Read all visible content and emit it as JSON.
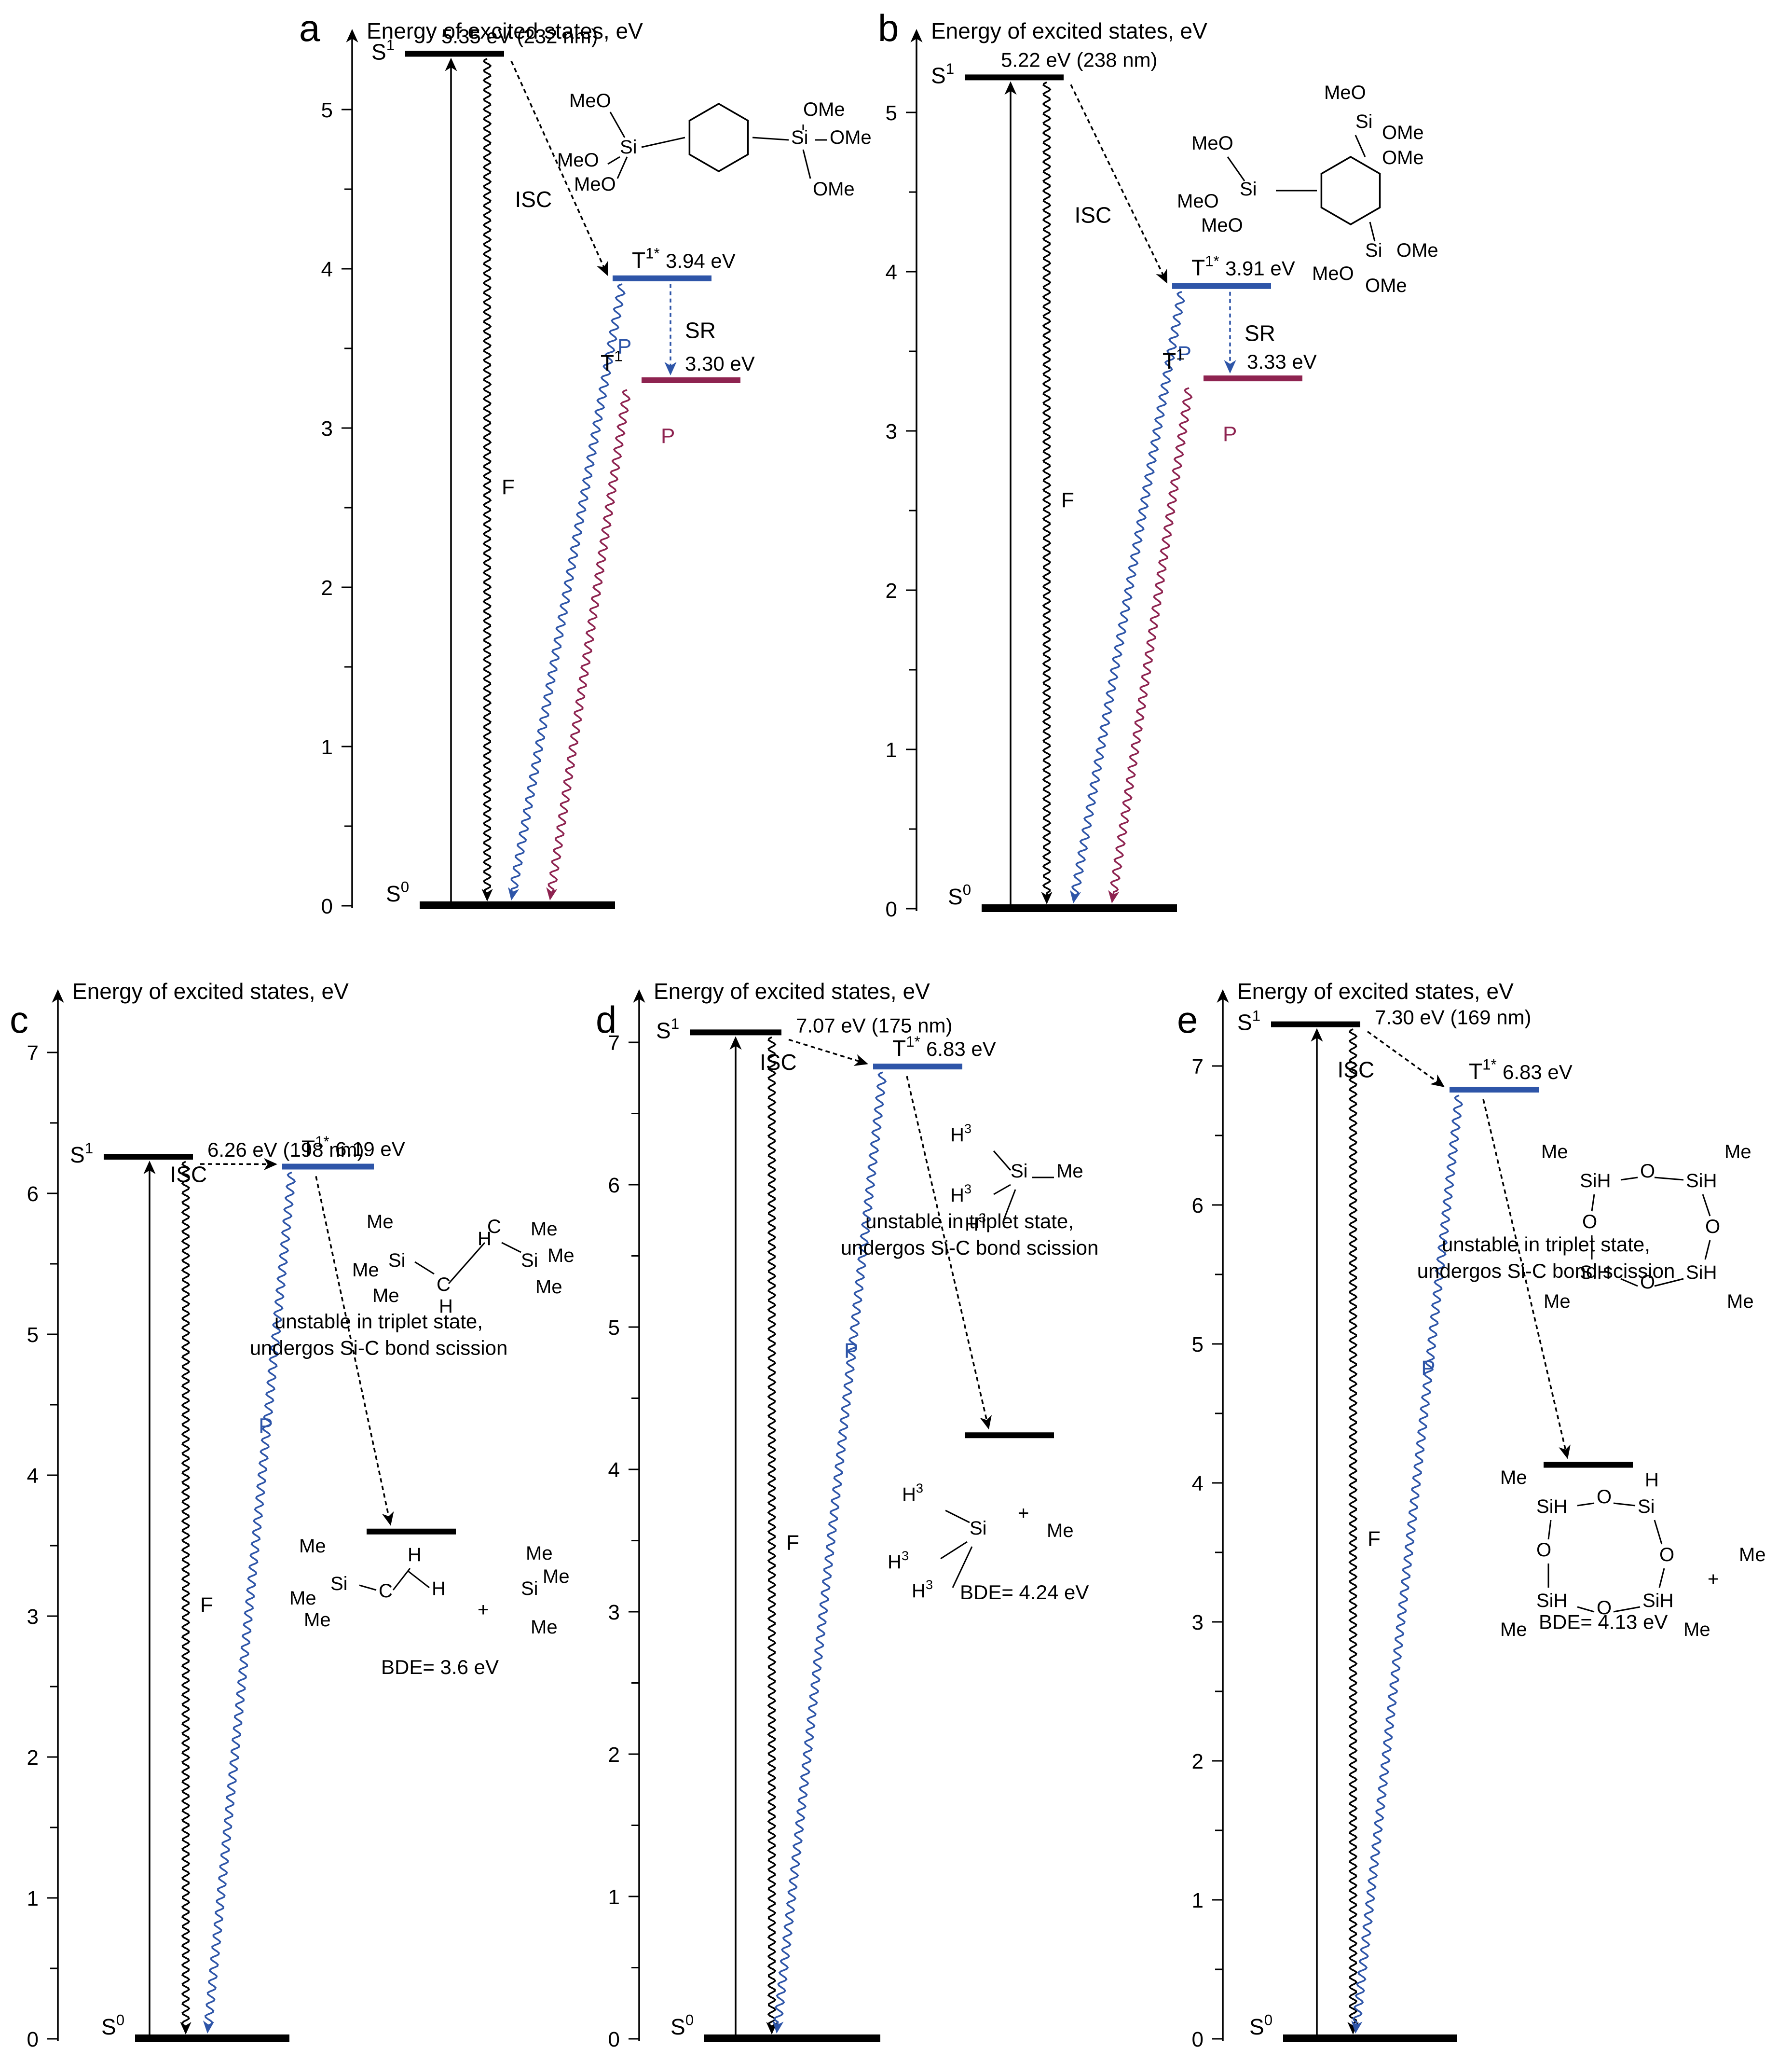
{
  "colors": {
    "black": "#000000",
    "blue": "#2e55a8",
    "maroon": "#8e2350"
  },
  "panels": [
    {
      "letter": "a",
      "axis_title": "Energy of excited states, eV",
      "ticks": [
        "0",
        "1",
        "2",
        "3",
        "4",
        "5"
      ],
      "s0_label": "S",
      "s0_sup": "0",
      "s1_label": "S",
      "s1_sup": "1",
      "s1_energy": 5.35,
      "s1_text": "5.35 eV (232 nm)",
      "t1s_label": "T",
      "t1s_sup": "1*",
      "t1s_energy": 3.94,
      "t1s_text": "3.94 eV",
      "t1_label": "T",
      "t1_sup": "1",
      "t1_energy": 3.3,
      "t1_text": "3.30 eV",
      "isc_label": "ISC",
      "sr_label": "SR",
      "f_label": "F",
      "p_label": "P",
      "p2_label": "P",
      "molecule": {
        "name": "1,4-bis(trimethoxysilyl)benzene",
        "labels": [
          "MeO",
          "Si",
          "MeO",
          "MeO",
          "OMe",
          "Si",
          "OMe",
          "OMe"
        ]
      }
    },
    {
      "letter": "b",
      "axis_title": "Energy of excited states, eV",
      "ticks": [
        "0",
        "1",
        "2",
        "3",
        "4",
        "5"
      ],
      "s0_label": "S",
      "s0_sup": "0",
      "s1_label": "S",
      "s1_sup": "1",
      "s1_energy": 5.22,
      "s1_text": "5.22 eV (238 nm)",
      "t1s_label": "T",
      "t1s_sup": "1*",
      "t1s_energy": 3.91,
      "t1s_text": "3.91 eV",
      "t1_label": "T",
      "t1_sup": "1",
      "t1_energy": 3.33,
      "t1_text": "3.33 eV",
      "isc_label": "ISC",
      "sr_label": "SR",
      "f_label": "F",
      "p_label": "P",
      "p2_label": "P",
      "molecule": {
        "name": "1,3,5-tris(trimethoxysilyl)benzene",
        "labels": [
          "MeO",
          "Si",
          "OMe",
          "OMe",
          "MeO",
          "Si",
          "MeO",
          "MeO",
          "Si",
          "OMe",
          "MeO",
          "OMe"
        ]
      }
    },
    {
      "letter": "c",
      "axis_title": "Energy of excited states, eV",
      "ticks": [
        "0",
        "1",
        "2",
        "3",
        "4",
        "5",
        "6",
        "7"
      ],
      "s0_label": "S",
      "s0_sup": "0",
      "s1_label": "S",
      "s1_sup": "1",
      "s1_energy": 6.26,
      "s1_text": "6.26 eV (198 nm)",
      "t1s_label": "T",
      "t1s_sup": "1*",
      "t1s_energy": 6.19,
      "t1s_text": "6.19 eV",
      "diss_energy": 3.6,
      "isc_label": "ISC",
      "f_label": "F",
      "p_label": "P",
      "note_line1": "unstable in triplet state,",
      "note_line2": "undergos Si-C bond scission",
      "bde_text": "BDE= 3.6 eV",
      "plus": "+"
    },
    {
      "letter": "d",
      "axis_title": "Energy of excited states, eV",
      "ticks": [
        "0",
        "1",
        "2",
        "3",
        "4",
        "5",
        "6",
        "7"
      ],
      "s0_label": "S",
      "s0_sup": "0",
      "s1_label": "S",
      "s1_sup": "1",
      "s1_energy": 7.07,
      "s1_text": "7.07 eV (175 nm)",
      "t1s_label": "T",
      "t1s_sup": "1*",
      "t1s_energy": 6.83,
      "t1s_text": "6.83 eV",
      "diss_energy": 4.24,
      "isc_label": "ISC",
      "f_label": "F",
      "p_label": "P",
      "note_line1": "unstable in triplet state,",
      "note_line2": "undergos Si-C bond scission",
      "bde_text": "BDE= 4.24 eV",
      "plus": "+"
    },
    {
      "letter": "e",
      "axis_title": "Energy of excited states, eV",
      "ticks": [
        "0",
        "1",
        "2",
        "3",
        "4",
        "5",
        "6",
        "7"
      ],
      "s0_label": "S",
      "s0_sup": "0",
      "s1_label": "S",
      "s1_sup": "1",
      "s1_energy": 7.3,
      "s1_text": "7.30 eV (169 nm)",
      "t1s_label": "T",
      "t1s_sup": "1*",
      "t1s_energy": 6.83,
      "t1s_text": "6.83 eV",
      "diss_energy": 4.13,
      "isc_label": "ISC",
      "f_label": "F",
      "p_label": "P",
      "note_line1": "unstable in triplet state,",
      "note_line2": "undergos Si-C bond scission",
      "bde_text": "BDE= 4.13 eV",
      "plus": "+"
    }
  ]
}
